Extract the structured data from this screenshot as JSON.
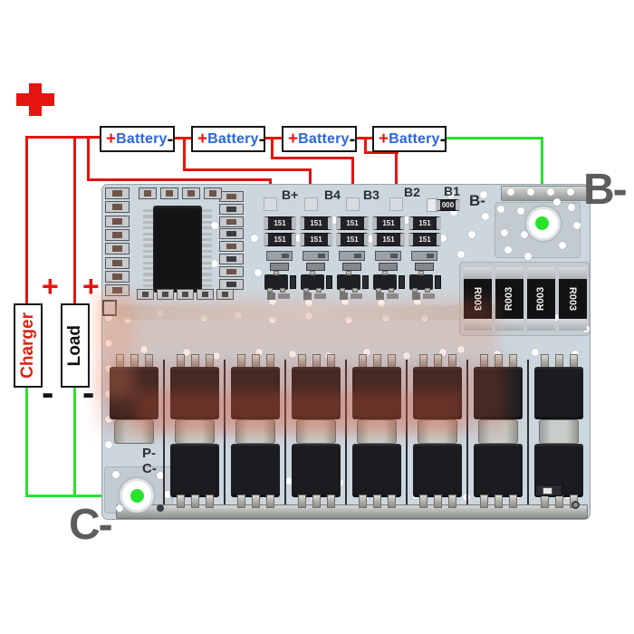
{
  "colors": {
    "wire_red": "#e61410",
    "wire_green": "#27e32b",
    "battery_blue": "#2b66dd",
    "board_base": "#ccd6de",
    "external_label_gray": "#5d5d5d",
    "silkscreen": "#2b2f34"
  },
  "power": {
    "plus_symbol": "+"
  },
  "batteries": [
    {
      "plus": "+",
      "label": "Battery",
      "minus": "-"
    },
    {
      "plus": "+",
      "label": "Battery",
      "minus": "-"
    },
    {
      "plus": "+",
      "label": "Battery",
      "minus": "-"
    },
    {
      "plus": "+",
      "label": "Battery",
      "minus": "-"
    }
  ],
  "charger": {
    "label": "Charger",
    "plus": "+",
    "minus": "-"
  },
  "load": {
    "label": "Load",
    "plus": "+",
    "minus": "-"
  },
  "board": {
    "pad_labels": [
      "B+",
      "B4",
      "B3",
      "B2",
      "B1"
    ],
    "bminus_silk": "B-",
    "b1_component_value": "000",
    "resistor_value": "151",
    "shunt_values": [
      "R003",
      "R003",
      "R003",
      "R003"
    ],
    "pminus_silk": "P-",
    "cminus_silk": "C-"
  },
  "external_labels": {
    "bminus": "B-",
    "cminus": "C-"
  }
}
